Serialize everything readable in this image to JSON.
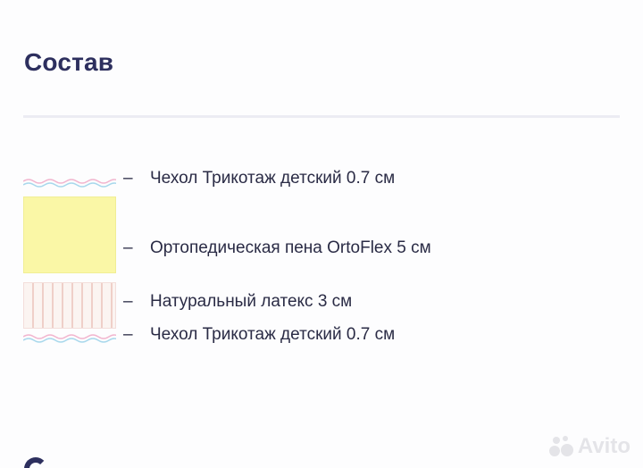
{
  "section": {
    "title": "Состав"
  },
  "layers": [
    {
      "dash": "–",
      "label": "Чехол Трикотаж детский 0.7 см"
    },
    {
      "dash": "–",
      "label": "Ортопедическая пена OrtoFlex 5 см"
    },
    {
      "dash": "–",
      "label": "Натуральный латекс 3 см"
    },
    {
      "dash": "–",
      "label": "Чехол Трикотаж детский 0.7 см"
    }
  ],
  "watermark": {
    "brand": "Avito"
  },
  "colors": {
    "title": "#2d2f5e",
    "text": "#2a2b45",
    "foam": "#faf7a6",
    "latex_stripe": "#efcfc8",
    "cover_wave_pink": "#f2b6cf",
    "cover_wave_blue": "#a9d8ec"
  }
}
